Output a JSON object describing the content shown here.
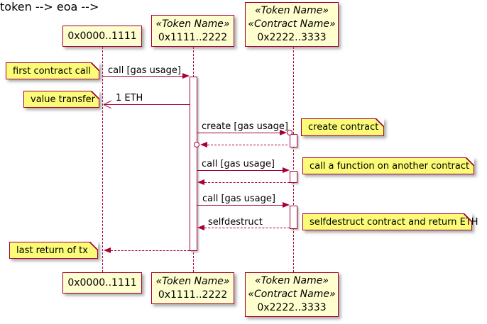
{
  "diagram": {
    "kind": "sequence-diagram"
  },
  "colors": {
    "accent": "#A80036",
    "participant_fill": "#FEFECE",
    "note_fill": "#FBFB77",
    "activation_fill": "#FFFFFF",
    "background": "#FFFFFF",
    "text": "#000000"
  },
  "participants": {
    "eoa": {
      "name": "0x0000..1111"
    },
    "token": {
      "stereotype": "«Token Name»",
      "name": "0x1111..2222"
    },
    "contract": {
      "stereotype1": "«Token Name»",
      "stereotype2": "«Contract Name»",
      "name": "0x2222..3333"
    }
  },
  "messages": {
    "call1": "call [gas usage]",
    "value_return": "1 ETH",
    "create": "create [gas usage]",
    "call2": "call [gas usage]",
    "call3": "call [gas usage]",
    "selfdestruct": "selfdestruct"
  },
  "notes": {
    "first_call": "first contract call",
    "value_transfer": "value transfer",
    "create_contract": "create contract",
    "call_function": "call a function on another contract",
    "selfdestruct_return": "selfdestruct contract and return ETH",
    "last_return": "last return of tx"
  }
}
